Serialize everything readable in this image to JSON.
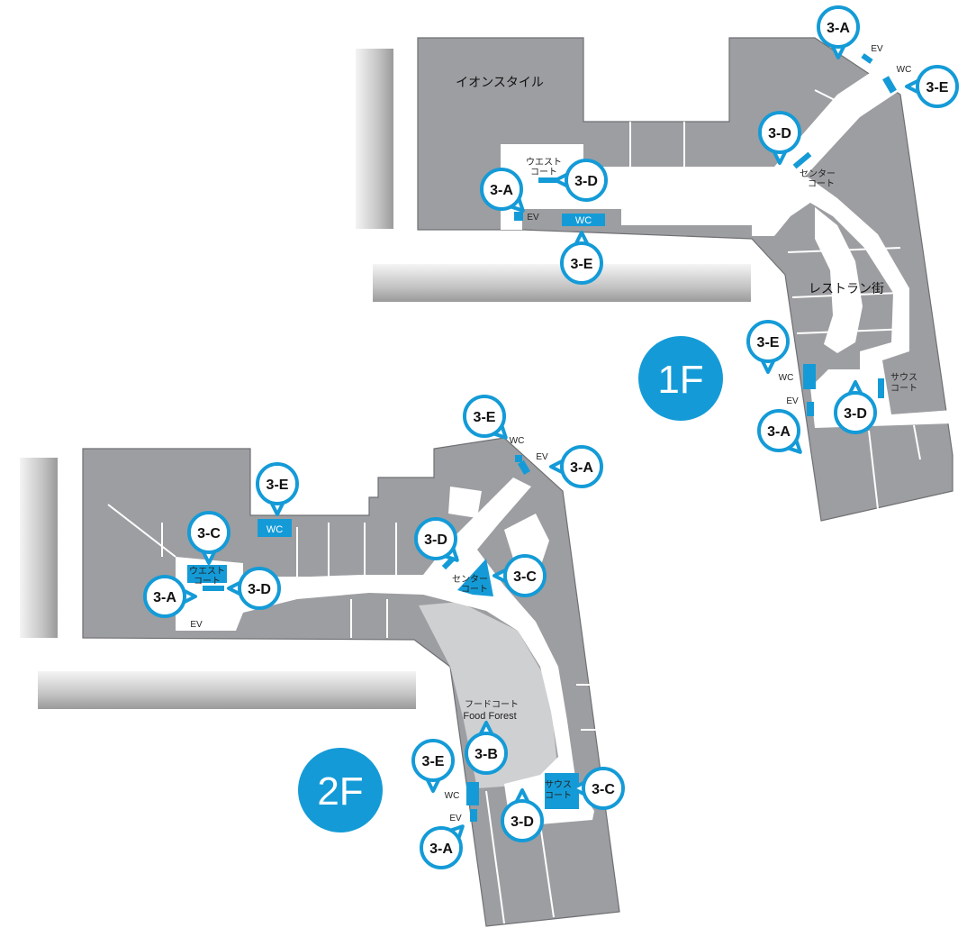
{
  "floors": [
    {
      "id": "1F",
      "badge": "1F",
      "areas": [
        "イオンスタイル",
        "レストラン街"
      ],
      "courts": [
        [
          "ウエスト",
          "コート"
        ],
        [
          "センター",
          "コート"
        ],
        [
          "サウス",
          "コート"
        ]
      ],
      "facilities": {
        "ev": "EV",
        "wc": "WC"
      },
      "pins": [
        "3-A",
        "3-D",
        "3-E",
        "3-D",
        "3-A",
        "3-E",
        "3-E",
        "3-D",
        "3-A"
      ]
    },
    {
      "id": "2F",
      "badge": "2F",
      "food_court": [
        "フードコート",
        "Food Forest"
      ],
      "courts": [
        [
          "ウエスト",
          "コート"
        ],
        [
          "センター",
          "コート"
        ],
        [
          "サウス",
          "コート"
        ]
      ],
      "facilities": {
        "ev": "EV",
        "wc": "WC"
      },
      "pins": [
        "3-E",
        "3-A",
        "3-E",
        "3-C",
        "3-D",
        "3-A",
        "3-D",
        "3-C",
        "3-B",
        "3-E",
        "3-C",
        "3-D",
        "3-A"
      ]
    }
  ],
  "colors": {
    "accent": "#149bd7",
    "building": "#9d9ea1",
    "corridor": "#ffffff",
    "food_court": "#cfd0d2"
  }
}
